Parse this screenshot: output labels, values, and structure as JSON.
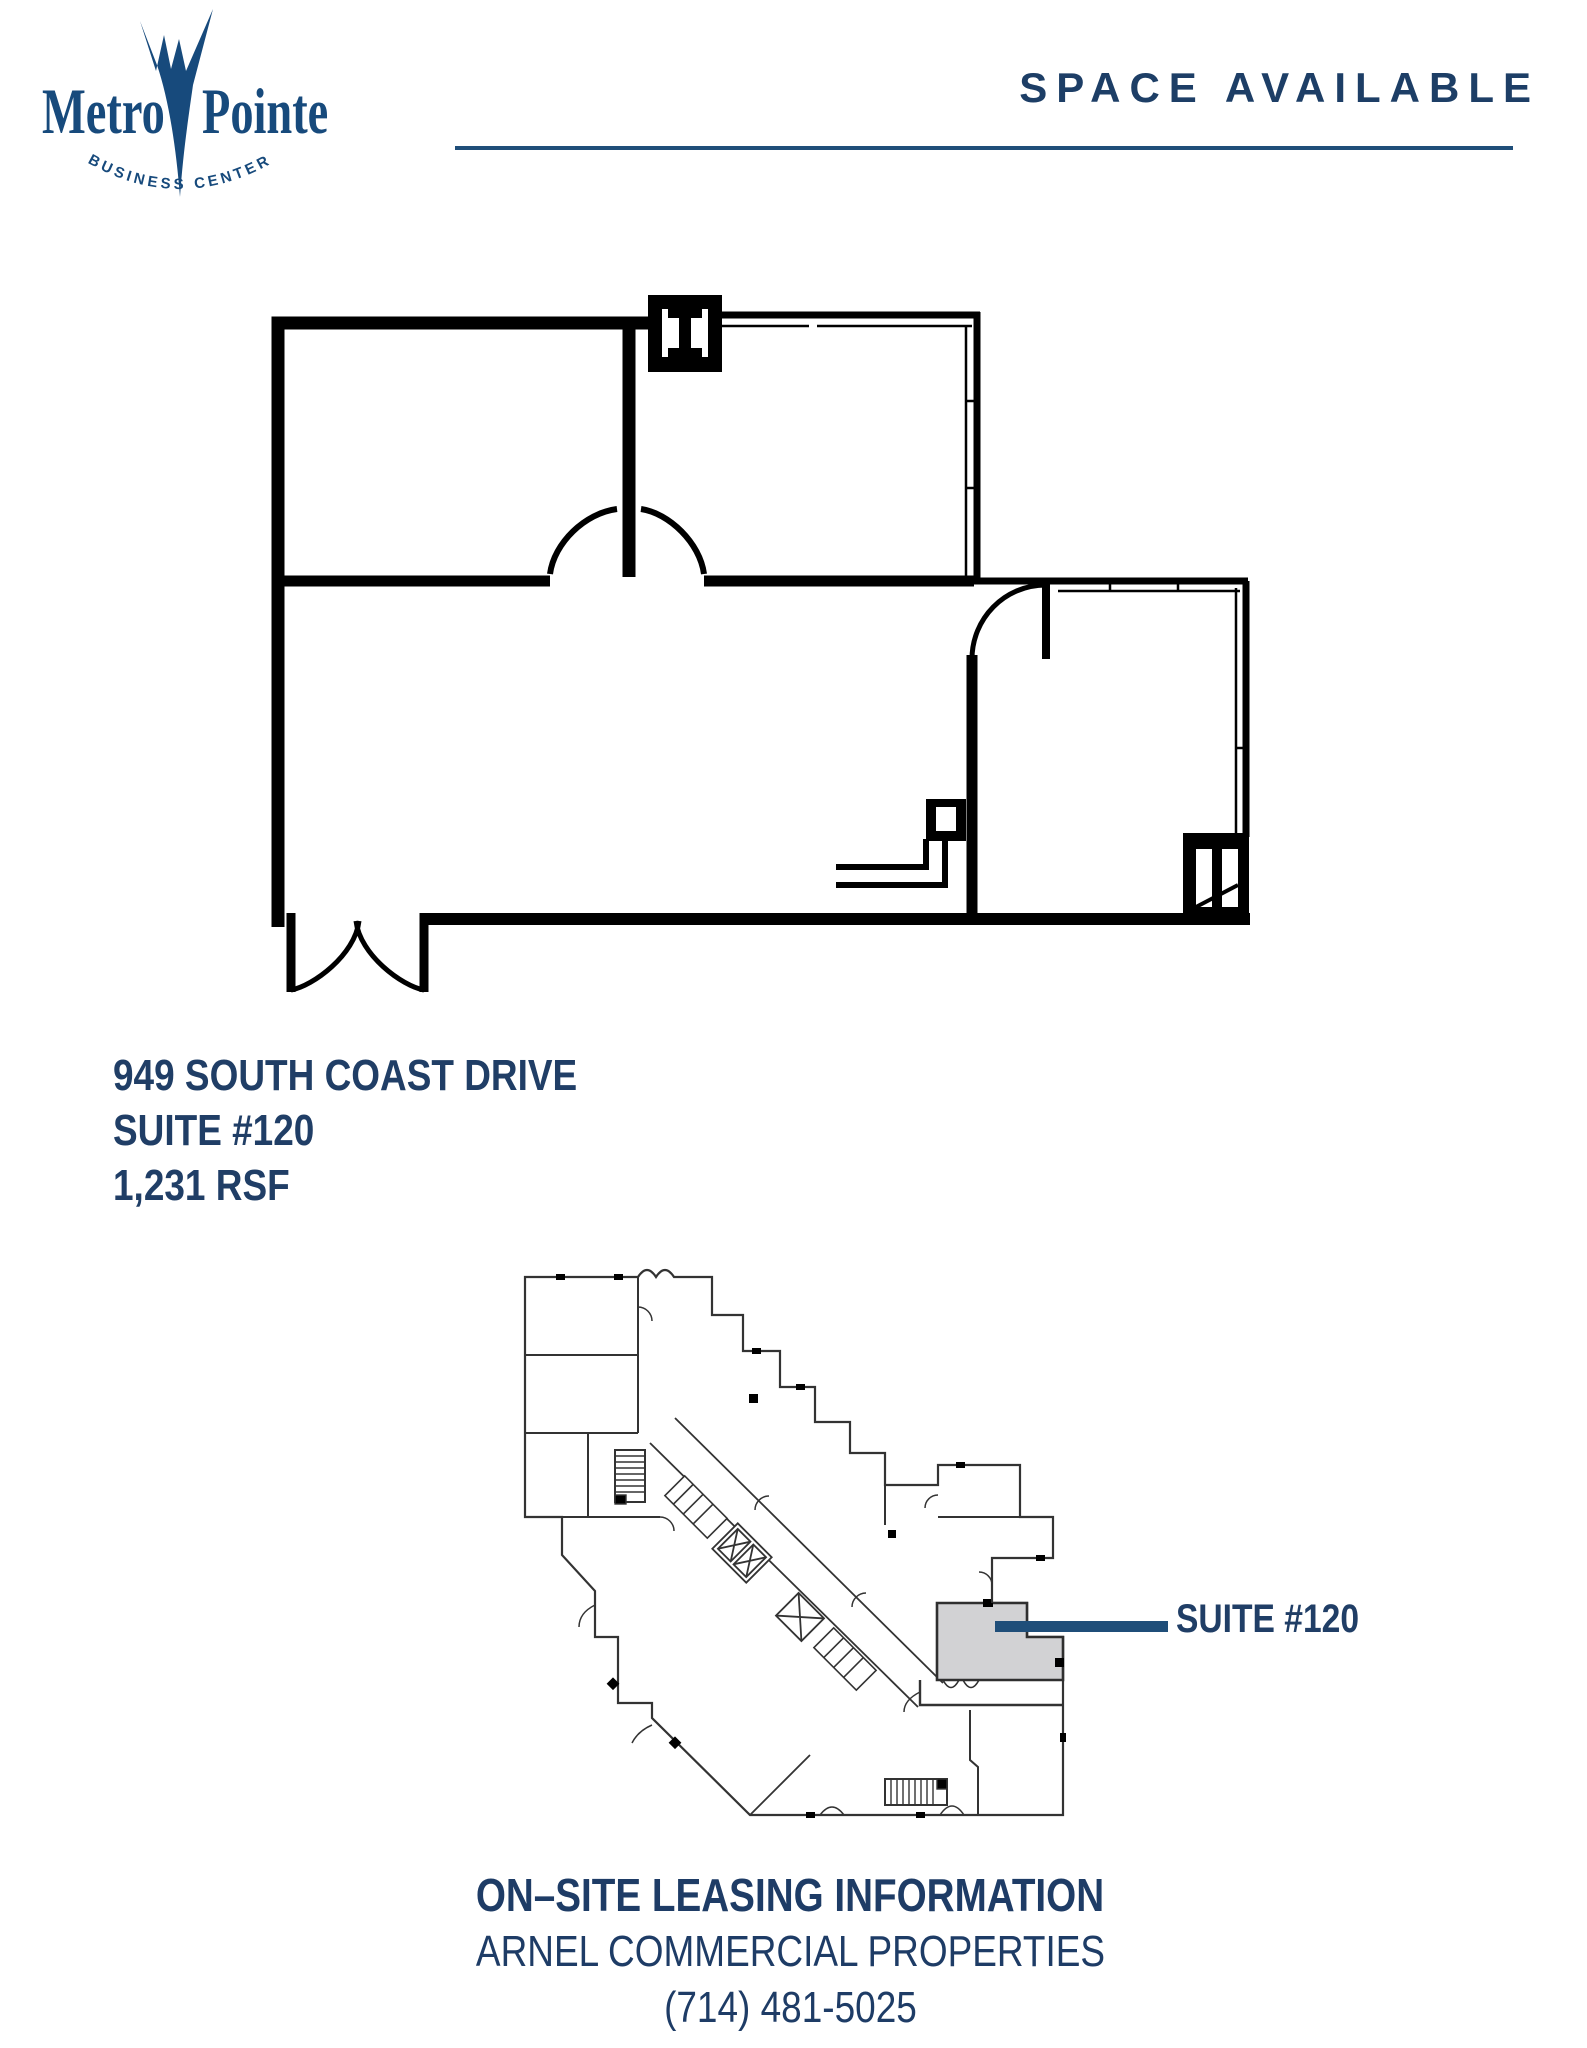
{
  "logo": {
    "word1": "Metro",
    "word2": "Pointe",
    "tagline": "BUSINESS CENTER",
    "color": "#174a7c",
    "mark": "spike-point-icon"
  },
  "header": {
    "title": "SPACE AVAILABLE",
    "color": "#1d3e66",
    "rule_color": "#1f4e79"
  },
  "suite_info": {
    "address": "949 SOUTH COAST DRIVE",
    "suite": "SUITE #120",
    "size": "1,231 RSF"
  },
  "floor_plan": {
    "description": "suite-120-unit-floor-plan"
  },
  "site_plan": {
    "description": "building-key-plan",
    "highlight_color": "#d2d2d4",
    "callout_label": "SUITE #120",
    "leader_color": "#1f4e79"
  },
  "footer": {
    "line1": "ON–SITE LEASING INFORMATION",
    "line2": "ARNEL COMMERCIAL PROPERTIES",
    "line3": "(714) 481-5025"
  },
  "colors": {
    "text_navy": "#203e66",
    "plan_black": "#000000",
    "site_line": "#333333"
  }
}
